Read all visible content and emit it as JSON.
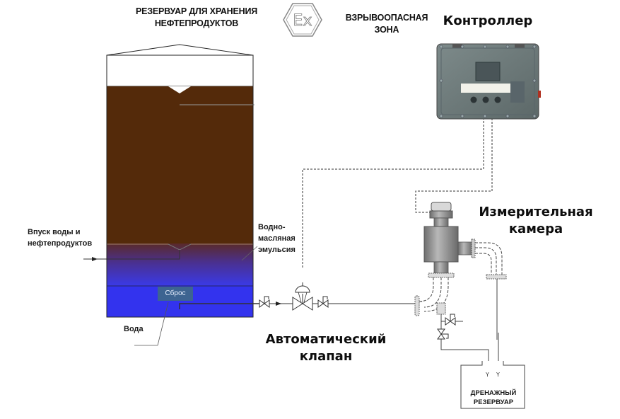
{
  "title": {
    "tank_title_line1": "РЕЗЕРВУАР ДЛЯ ХРАНЕНИЯ",
    "tank_title_line2": "НЕФТЕПРОДУКТОВ",
    "ex_symbol": "Ex",
    "hazard_zone_line1": "ВЗРЫВООПАСНАЯ",
    "hazard_zone_line2": "ЗОНА"
  },
  "labels": {
    "controller": "Контроллер",
    "measuring_chamber_line1": "Измерительная",
    "measuring_chamber_line2": "камера",
    "auto_valve_line1": "Автоматический",
    "auto_valve_line2": "клапан",
    "inlet_line1": "Впуск воды и",
    "inlet_line2": "нефтепродуктов",
    "emulsion_line1": "Водно-",
    "emulsion_line2": "масляная",
    "emulsion_line3": "эмульсия",
    "water": "Вода",
    "discharge": "Сброс",
    "drain_tank_line1": "ДРЕНАЖНЫЙ",
    "drain_tank_line2": "РЕЗЕРВУАР"
  },
  "colors": {
    "oil": "#542a0a",
    "emulsion_top": "#5a2a30",
    "emulsion_bottom": "#3a3af0",
    "water": "#3333ee",
    "discharge_box": "#3d6491",
    "controller_body": "#6f7c7c",
    "chamber_body": "#8a8a8a",
    "line": "#333333"
  },
  "icons": [
    "ex-hazard-icon",
    "controller-device",
    "control-valve-icon",
    "gate-valve-icon",
    "measuring-chamber-device",
    "drain-tank"
  ]
}
